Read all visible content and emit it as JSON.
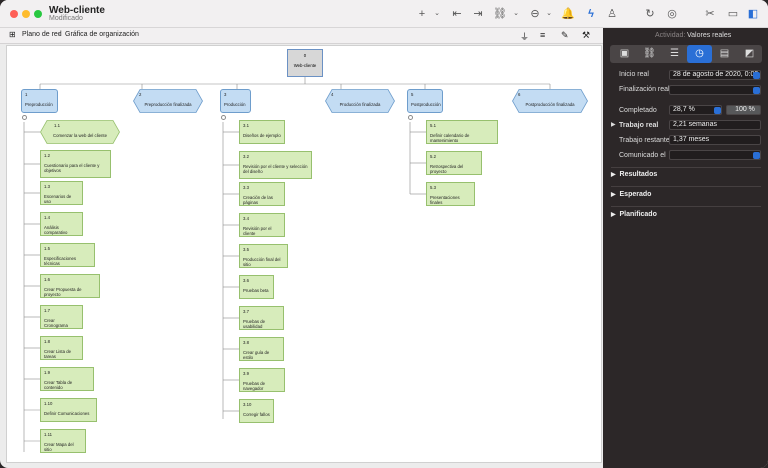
{
  "window": {
    "title": "Web-cliente",
    "subtitle": "Modificado"
  },
  "breadcrumb": {
    "item1": "Plano de red",
    "item2": "Gráfica de organización"
  },
  "inspector": {
    "activity_label": "Actividad:",
    "activity_value": "Valores reales",
    "fields": {
      "actual_start_label": "Inicio real",
      "actual_start_value": "28 de agosto de 2020, 0:00",
      "actual_finish_label": "Finalización real",
      "actual_finish_value": "",
      "completed_label": "Completado",
      "completed_value": "28,7 %",
      "completed_button": "100 %",
      "actual_work_label": "Trabajo real",
      "actual_work_value": "2,21 semanas",
      "remaining_work_label": "Trabajo restante",
      "remaining_work_value": "1,37 meses",
      "reported_label": "Comunicado el",
      "reported_value": ""
    },
    "sections": [
      "Resultados",
      "Esperado",
      "Planificado"
    ]
  },
  "chart": {
    "root": {
      "num": "0",
      "label": "Web-cliente"
    },
    "phases": [
      {
        "num": "1",
        "label": "Preproducción",
        "kind": "summary"
      },
      {
        "num": "2",
        "label": "Preproducción finalizada",
        "kind": "milestone"
      },
      {
        "num": "3",
        "label": "Producción",
        "kind": "summary"
      },
      {
        "num": "4",
        "label": "Producción finalizada",
        "kind": "milestone"
      },
      {
        "num": "5",
        "label": "Postproducción",
        "kind": "summary"
      },
      {
        "num": "6",
        "label": "Postproducción finalizada",
        "kind": "milestone"
      }
    ],
    "tasks_1": [
      {
        "num": "1.1",
        "label": "Comenzar la web del cliente",
        "kind": "milestone"
      },
      {
        "num": "1.2",
        "label": "Cuestionario para el cliente y objetivos"
      },
      {
        "num": "1.3",
        "label": "Escenarios de uso"
      },
      {
        "num": "1.4",
        "label": "Análisis comparativo"
      },
      {
        "num": "1.5",
        "label": "Especificaciones técnicas"
      },
      {
        "num": "1.6",
        "label": "Crear Propuesta de proyecto"
      },
      {
        "num": "1.7",
        "label": "Crear Cronograma"
      },
      {
        "num": "1.8",
        "label": "Crear Lista de tareas"
      },
      {
        "num": "1.9",
        "label": "Crear Tabla de contenido"
      },
      {
        "num": "1.10",
        "label": "Definir Comunicaciones"
      },
      {
        "num": "1.11",
        "label": "Crear Mapa del sitio"
      }
    ],
    "tasks_3": [
      {
        "num": "3.1",
        "label": "Diseños de ejemplo"
      },
      {
        "num": "3.2",
        "label": "Revisión por el cliente y selección del diseño"
      },
      {
        "num": "3.3",
        "label": "Creación de las páginas"
      },
      {
        "num": "3.4",
        "label": "Revisión por el cliente"
      },
      {
        "num": "3.5",
        "label": "Producción final del sitio"
      },
      {
        "num": "3.6",
        "label": "Pruebas beta"
      },
      {
        "num": "3.7",
        "label": "Pruebas de usabilidad"
      },
      {
        "num": "3.8",
        "label": "Crear guía de estilo"
      },
      {
        "num": "3.9",
        "label": "Pruebas de navegador"
      },
      {
        "num": "3.10",
        "label": "Corregir fallos"
      }
    ],
    "tasks_5": [
      {
        "num": "5.1",
        "label": "Definir calendario de mantenimiento"
      },
      {
        "num": "5.2",
        "label": "Retrospectiva del proyecto"
      },
      {
        "num": "5.3",
        "label": "Presentaciones finales"
      }
    ]
  },
  "colors": {
    "task_fill": "#d7ecbb",
    "summary_fill": "#c3dcf3",
    "accent": "#2a6fd6"
  }
}
